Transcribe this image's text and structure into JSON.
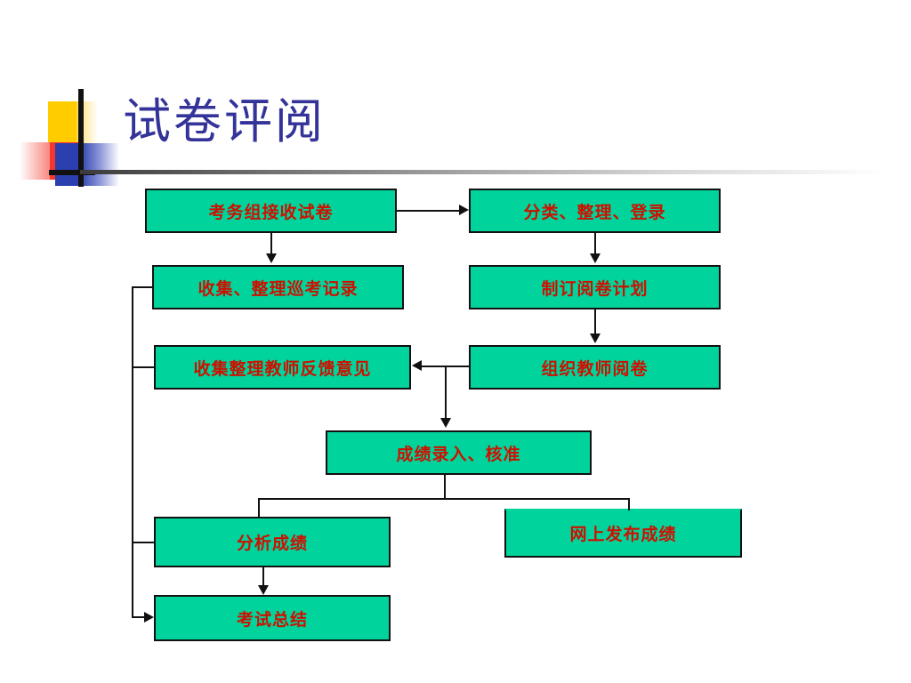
{
  "slide": {
    "title": "试卷评阅",
    "title_color": "#333399",
    "node_fill": "#00D49C",
    "node_text_color": "#CC1100",
    "node_border_color": "#111111",
    "connector_color": "#111111"
  },
  "nodes": [
    {
      "id": "receive",
      "label": "考务组接收试卷"
    },
    {
      "id": "classify",
      "label": "分类、整理、登录"
    },
    {
      "id": "collect",
      "label": "收集、整理巡考记录"
    },
    {
      "id": "plan",
      "label": "制订阅卷计划"
    },
    {
      "id": "feedback",
      "label": "收集整理教师反馈意见"
    },
    {
      "id": "organize",
      "label": "组织教师阅卷"
    },
    {
      "id": "entry",
      "label": "成绩录入、核准"
    },
    {
      "id": "analyze",
      "label": "分析成绩"
    },
    {
      "id": "publish",
      "label": "网上发布成绩"
    },
    {
      "id": "summary",
      "label": "考试总结"
    }
  ],
  "decoration": {
    "yellow": "#FFCC00",
    "red": "#F4362B",
    "blue": "#2B3FAF",
    "bar": "#111111"
  }
}
